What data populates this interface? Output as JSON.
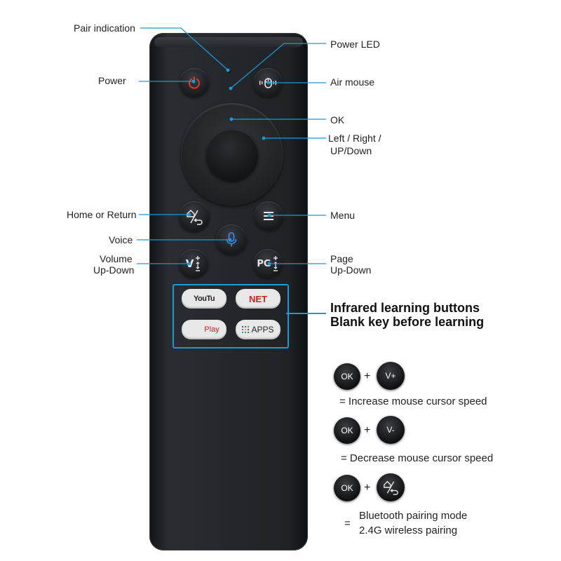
{
  "callouts": {
    "pair_indication": "Pair indication",
    "power_led": "Power LED",
    "power": "Power",
    "air_mouse": "Air mouse",
    "ok": "OK",
    "dpad_line1": "Left / Right /",
    "dpad_line2": "UP/Down",
    "home_return": "Home or Return",
    "menu": "Menu",
    "voice": "Voice",
    "volume_line1": "Volume",
    "volume_line2": "Up-Down",
    "page_line1": "Page",
    "page_line2": "Up-Down"
  },
  "ir_section": {
    "title_line1": "Infrared learning buttons",
    "title_line2": "Blank key before learning",
    "apps": [
      "YouTu",
      "NET",
      "Play",
      "APPS"
    ],
    "accent_color": "#1a9ad6"
  },
  "buttons": {
    "volume_label": "V",
    "page_label": "PG"
  },
  "combos": [
    {
      "a": "OK",
      "b": "V+",
      "plus": "+",
      "result_line1": "= Increase mouse cursor speed",
      "result_line2": ""
    },
    {
      "a": "OK",
      "b": "V-",
      "plus": "+",
      "result_line1": "= Decrease mouse cursor speed",
      "result_line2": ""
    },
    {
      "a": "OK",
      "b": "",
      "plus": "+",
      "equals": "=",
      "result_line1": "Bluetooth pairing mode",
      "result_line2": "2.4G wireless pairing"
    }
  ],
  "icons": {
    "power": "power-icon",
    "air_mouse": "air-mouse-icon",
    "home_return": "home-return-icon",
    "menu": "menu-icon",
    "voice": "microphone-icon"
  },
  "colors": {
    "power_icon": "#e0362b",
    "mic_icon": "#3f82e0",
    "leader_line": "#1a9ad6",
    "net_text": "#d81f26",
    "play_text": "#d81f26"
  }
}
